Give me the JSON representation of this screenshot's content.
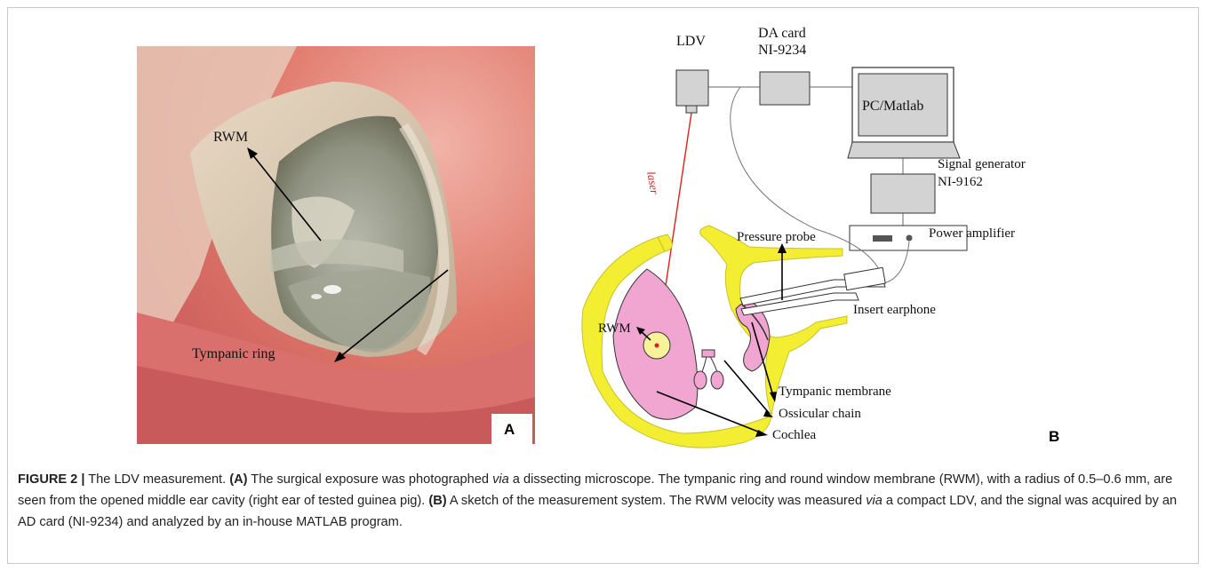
{
  "panel_a": {
    "letter": "A",
    "labels": {
      "rwm": "RWM",
      "tympanic_ring": "Tympanic ring"
    }
  },
  "panel_b": {
    "letter": "B",
    "labels": {
      "ldv": "LDV",
      "da_card_line1": "DA card",
      "da_card_line2": "NI-9234",
      "pc": "PC/Matlab",
      "signal_gen_line1": "Signal  generator",
      "signal_gen_line2": "NI-9162",
      "power_amp": "Power amplifier",
      "pressure_probe": "Pressure probe",
      "insert_earphone": "Insert earphone",
      "laser": "laser",
      "rwm": "RWM",
      "tympanic_membrane": "Tympanic membrane",
      "ossicular_chain": "Ossicular chain",
      "cochlea": "Cochlea"
    },
    "colors": {
      "bone": "#f3ee32",
      "tissue": "#f0a6d0",
      "laser": "#e0201c",
      "device": "#d3d3d3"
    }
  },
  "caption": {
    "figure_label": "FIGURE 2 |",
    "t1": " The LDV measurement. ",
    "a_ref": "(A)",
    "t2": " The surgical exposure was photographed ",
    "via1": "via",
    "t3": " a dissecting microscope. The tympanic ring and round window membrane (RWM), with a radius of 0.5–0.6 mm, are seen from the opened middle ear cavity (right ear of tested guinea pig). ",
    "b_ref": "(B)",
    "t4": " A sketch of the measurement system. The RWM velocity was measured ",
    "via2": "via",
    "t5": " a compact LDV, and the signal was acquired by an AD card (NI-9234) and analyzed by an in-house MATLAB program."
  }
}
